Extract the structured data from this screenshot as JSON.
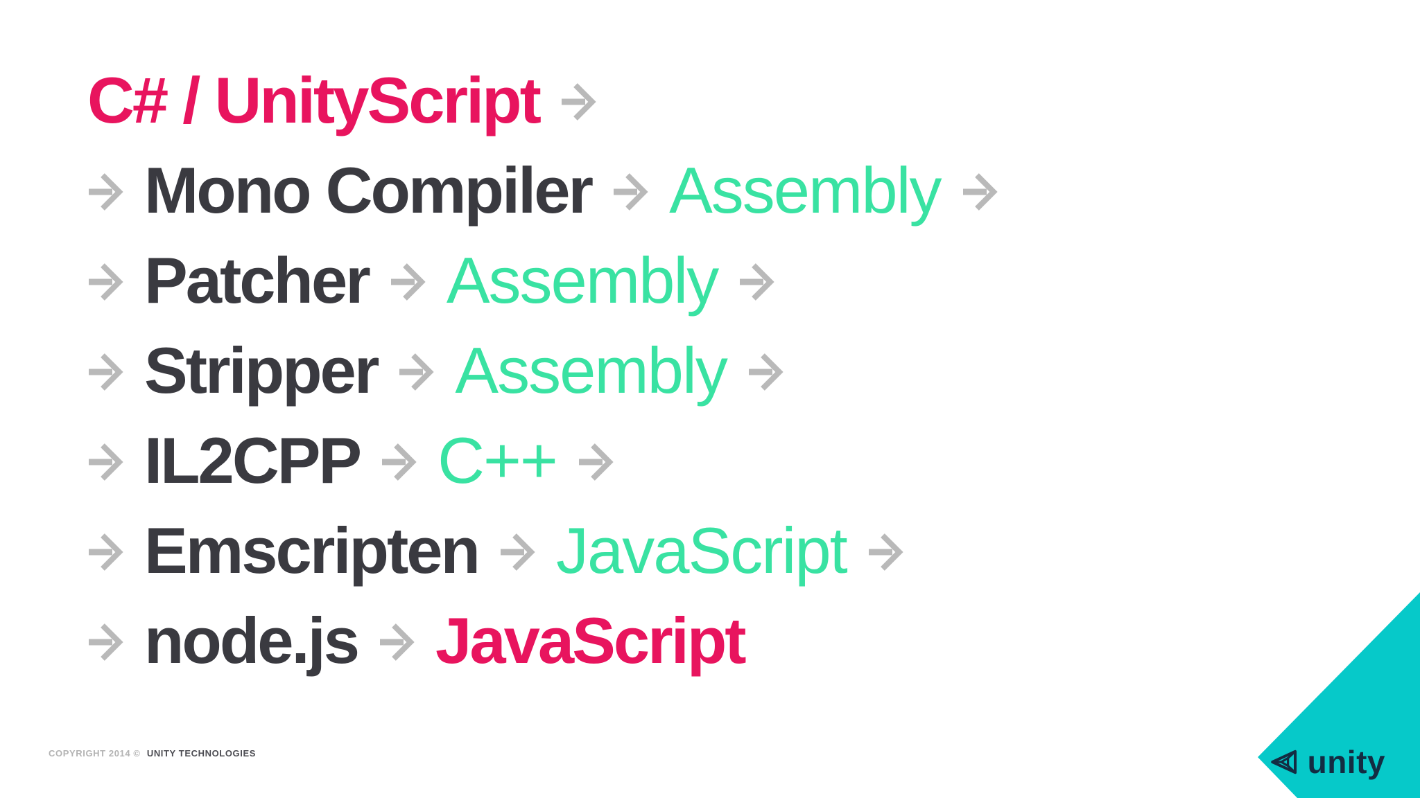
{
  "pipeline": {
    "rows": [
      {
        "source": "C# / UnityScript"
      },
      {
        "stage": "Mono Compiler",
        "output": "Assembly"
      },
      {
        "stage": "Patcher",
        "output": "Assembly"
      },
      {
        "stage": "Stripper",
        "output": "Assembly"
      },
      {
        "stage": "IL2CPP",
        "output": "C++"
      },
      {
        "stage": "Emscripten",
        "output": "JavaScript"
      },
      {
        "stage": "node.js",
        "output": "JavaScript"
      }
    ]
  },
  "footer": {
    "copyright_prefix": "COPYRIGHT 2014 ©",
    "company": "UNITY TECHNOLOGIES"
  },
  "logo": {
    "text": "unity"
  },
  "colors": {
    "pink": "#e8145e",
    "green": "#39e2a2",
    "dark": "#3a3a40",
    "arrow": "#b9b9b9",
    "teal": "#06c9c9",
    "navy": "#132c42",
    "copyright_light": "#b3b3b3",
    "copyright_dark": "#4c4c52",
    "background": "#ffffff"
  }
}
